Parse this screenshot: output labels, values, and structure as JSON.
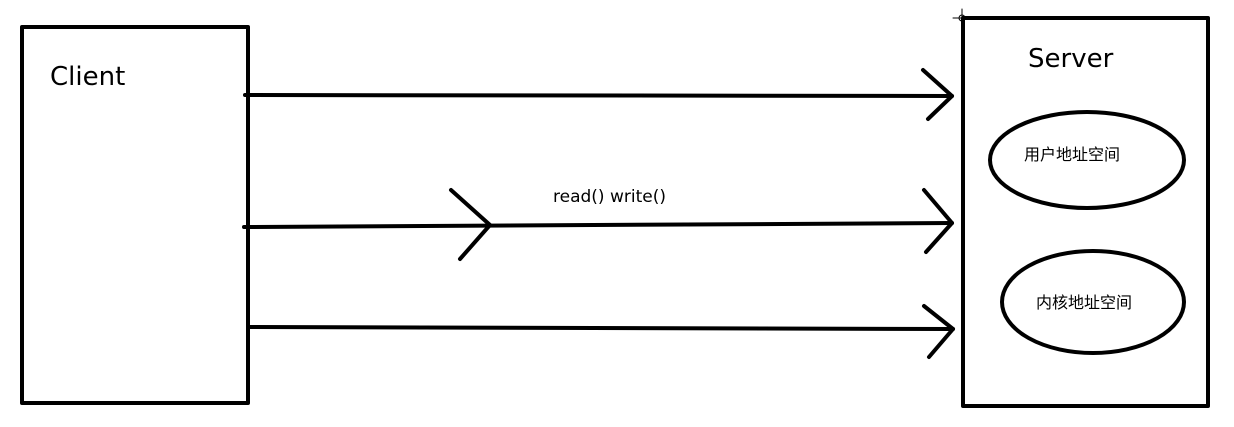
{
  "client": {
    "label": "Client"
  },
  "server": {
    "label": "Server",
    "user_space": "用户地址空间",
    "kernel_space": "内核地址空间"
  },
  "connection": {
    "call_label": "read() write()"
  }
}
